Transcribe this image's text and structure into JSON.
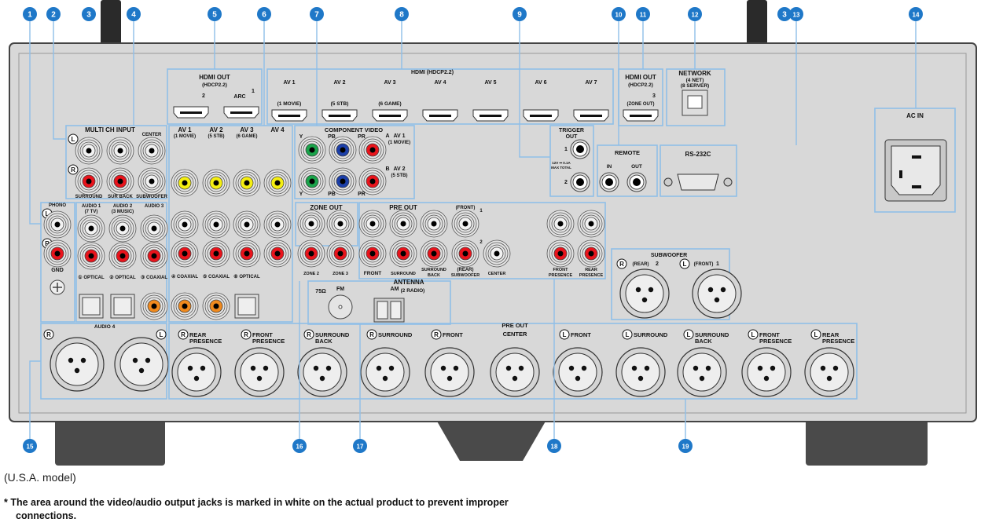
{
  "callouts": [
    "1",
    "2",
    "3",
    "4",
    "5",
    "6",
    "7",
    "8",
    "9",
    "10",
    "11",
    "12",
    "3",
    "13",
    "14",
    "15",
    "16",
    "17",
    "18",
    "19"
  ],
  "colors": {
    "callout": "#1f78c8",
    "outline": "#8fbfe8",
    "panel": "#d8d8d8",
    "red": "#e8141c",
    "yellow": "#f5ef12",
    "green": "#1aa34a",
    "blue": "#1c3fa8",
    "orange": "#f08a1e"
  },
  "panel": {
    "hdmi_out": "HDMI OUT",
    "hdcp": "(HDCP2.2)",
    "n1": "1",
    "n2": "2",
    "n3": "3",
    "arc": "ARC",
    "hdmi_in": "HDMI (HDCP2.2)",
    "av1": "AV 1",
    "av2": "AV 2",
    "av3": "AV 3",
    "av4": "AV 4",
    "av5": "AV 5",
    "av6": "AV 6",
    "av7": "AV 7",
    "movie": "(1 MOVIE)",
    "stb": "(5 STB)",
    "game": "(6 GAME)",
    "zone_out_hdmi": "(ZONE OUT)",
    "network": "NETWORK",
    "net": "(4 NET)",
    "server": "(8 SERVER)",
    "ac_in": "AC IN",
    "multi_ch": "MULTI CH INPUT",
    "center": "CENTER",
    "surround": "SURROUND",
    "sur_back": "SUR BACK",
    "subwoofer": "SUBWOOFER",
    "L": "L",
    "R": "R",
    "phono": "PHONO",
    "gnd": "GND",
    "audio1": "AUDIO 1",
    "tv": "(7 TV)",
    "audio2": "AUDIO 2",
    "music": "(3 MUSIC)",
    "audio3": "AUDIO 3",
    "opt1": "① OPTICAL",
    "opt2": "② OPTICAL",
    "coax3": "③ COAXIAL",
    "coax4": "④ COAXIAL",
    "coax5": "⑤ COAXIAL",
    "opt6": "⑥ OPTICAL",
    "component": "COMPONENT VIDEO",
    "y": "Y",
    "pb": "PB",
    "pr": "PR",
    "a": "A",
    "b": "B",
    "trigger": "TRIGGER",
    "out": "OUT",
    "trig_spec1": "12V ⎓ 0.1A",
    "trig_spec2": "MAX TOTAL",
    "remote": "REMOTE",
    "in": "IN",
    "rs232c": "RS-232C",
    "zone_out": "ZONE OUT",
    "zone2": "ZONE 2",
    "zone3": "ZONE 3",
    "pre_out": "PRE OUT",
    "front": "FRONT",
    "surround_back1": "SURROUND",
    "back": "BACK",
    "front_p": "(FRONT)",
    "rear_p": "(REAR)",
    "presence": "PRESENCE",
    "rear": "REAR",
    "antenna": "ANTENNA",
    "radio": "(2 RADIO)",
    "ohm": "75Ω",
    "fm": "FM",
    "am": "AM",
    "sub_xlr": "SUBWOOFER",
    "sub_rear": "(REAR)",
    "sub_front": "(FRONT)",
    "audio4": "AUDIO 4"
  },
  "caption": "(U.S.A. model)",
  "footnote": {
    "line1": "* The area around the video/audio output jacks is marked in white on the actual product to prevent improper",
    "line2": "connections."
  }
}
